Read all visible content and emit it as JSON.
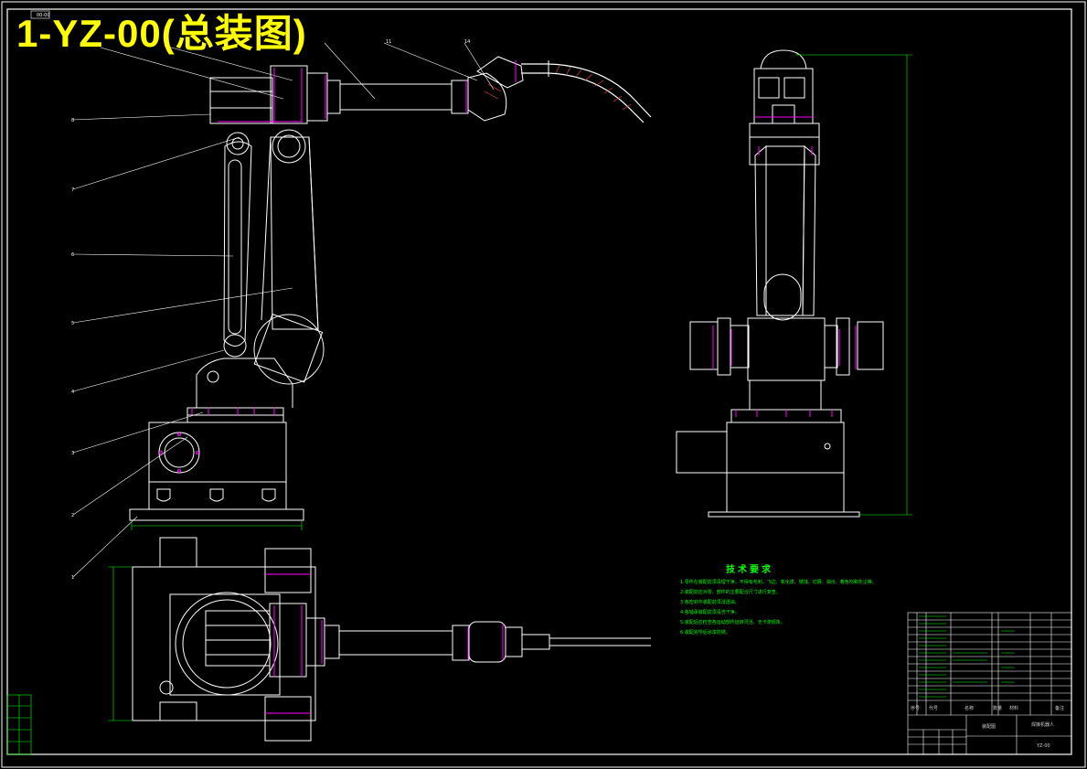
{
  "drawing": {
    "title": "1-YZ-00(总装图)",
    "corner_tag": "00-00"
  },
  "technical_requirements": {
    "heading": "技术要求",
    "items": [
      "1.零件在装配前须清理干净，不得有毛刺、飞边、氧化皮、锈蚀、切屑、油污、着色剂和灰尘等。",
      "2.装配前应对零、部件的主要配合尺寸进行复查。",
      "3.各密封件装配前须浸透油。",
      "4.各轴承装配前须清洗干净。",
      "5.装配后应检查各运动部件运转灵活，无卡滞现象。",
      "6.装配完毕后涂漆防锈。"
    ]
  },
  "title_block": {
    "drawing_name": "焊接机器人",
    "drawing_number": "YZ-00",
    "assembly_label": "装配图",
    "columns": [
      "序号",
      "代号",
      "名称",
      "数量",
      "材料",
      "备注"
    ]
  },
  "colors": {
    "background": "#000000",
    "outline": "#ffffff",
    "fastener": "#ff00ff",
    "dimension": "#00ff00",
    "title": "#ffff00",
    "frame": "#ffffff"
  }
}
